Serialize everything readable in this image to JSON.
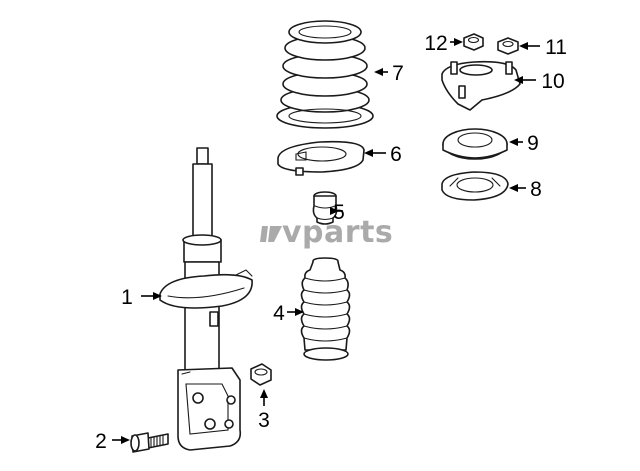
{
  "watermark": "vparts",
  "callouts": {
    "c1": "1",
    "c2": "2",
    "c3": "3",
    "c4": "4",
    "c5": "5",
    "c6": "6",
    "c7": "7",
    "c8": "8",
    "c9": "9",
    "c10": "10",
    "c11": "11",
    "c12": "12"
  }
}
